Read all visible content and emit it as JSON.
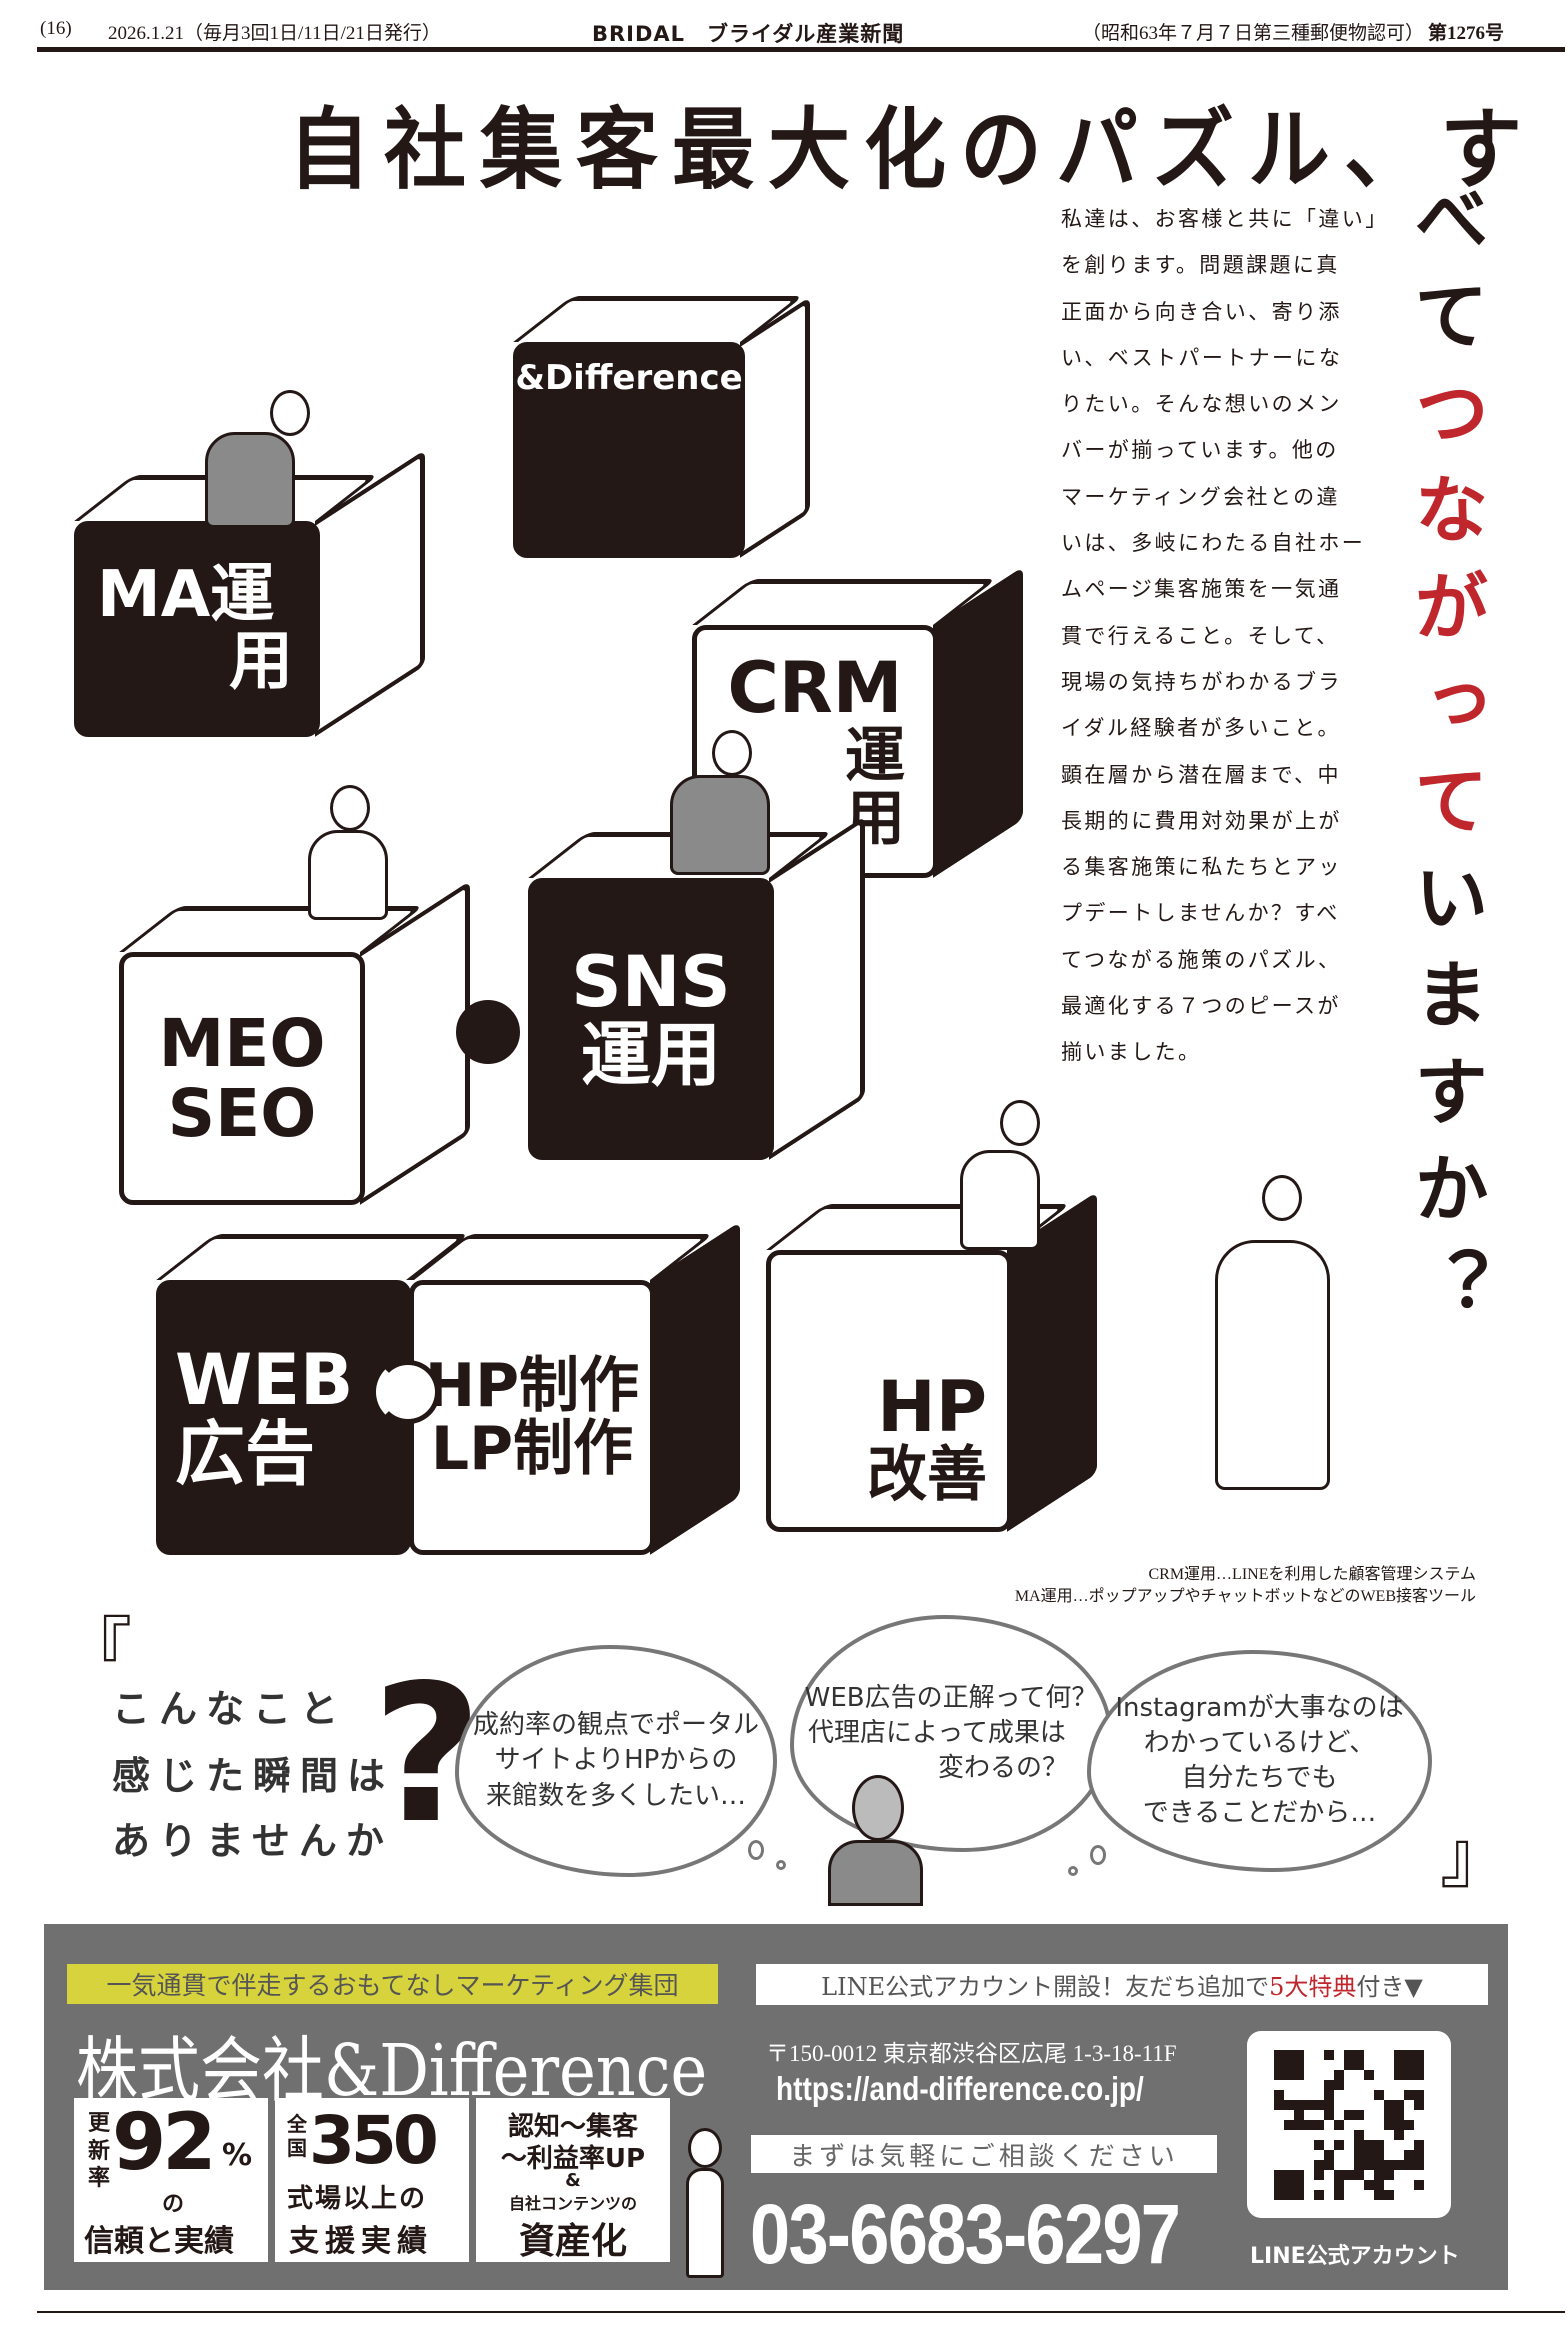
{
  "header": {
    "page": "(16)",
    "date": "2026.1.21（毎月3回1日/11日/21日発行）",
    "masthead": "BRIDAL　ブライダル産業新聞",
    "permit": "（昭和63年７月７日第三種郵便物認可）",
    "issue": "第1276号"
  },
  "headline": {
    "horizontal": "自社集客最大化のパズル、す",
    "vertical_pre": "べて",
    "vertical_red": "つながって",
    "vertical_post": "いますか？",
    "accent_color": "#c0272d"
  },
  "intro": {
    "lines": [
      "私達は、お客様と共に「違い」",
      "を創ります。問題課題に真",
      "正面から向き合い、寄り添",
      "い、ベストパートナーにな",
      "りたい。そんな想いのメン",
      "バーが揃っています。他の",
      "マーケティング会社との違",
      "いは、多岐にわたる自社ホー",
      "ムページ集客施策を一気通",
      "貫で行えること。そして、",
      "現場の気持ちがわかるブラ",
      "イダル経験者が多いこと。",
      "顕在層から潜在層まで、中",
      "長期的に費用対効果が上が",
      "る集客施策に私たちとアッ",
      "プデートしませんか？すべ",
      "てつながる施策のパズル、",
      "最適化する７つのピースが",
      "揃いました。"
    ]
  },
  "pieces": {
    "difference": "&Difference",
    "ma": [
      "MA運",
      "用"
    ],
    "crm": [
      "CRM",
      "運",
      "用"
    ],
    "sns": [
      "SNS",
      "運用"
    ],
    "meo": [
      "MEO",
      "SEO"
    ],
    "web": [
      "WEB",
      "広告"
    ],
    "hp": [
      "HP制作",
      "LP制作"
    ],
    "hpkaizen": [
      "HP",
      "改善"
    ]
  },
  "notes": {
    "crm": "CRM運用…LINEを利用した顧客管理システム",
    "ma": "MA運用…ポップアップやチャットボットなどのWEB接客ツール"
  },
  "question": {
    "open_bracket": "『",
    "close_bracket": "』",
    "lines": [
      "こんなこと",
      "感じた瞬間は",
      "ありませんか"
    ],
    "mark": "?",
    "clouds": [
      [
        "成約率の観点でポータル",
        "サイトよりHPからの",
        "来館数を多くしたい…"
      ],
      [
        "WEB広告の正解って何？",
        "代理店によって成果は",
        "変わるの？"
      ],
      [
        "Instagramが大事なのは",
        "わかっているけど、",
        "自分たちでも",
        "できることだから…"
      ]
    ]
  },
  "ad": {
    "tagline": "一気通貫で伴走するおもてなしマーケティング集団",
    "line_banner_pre": "LINE公式アカウント開設！友だち追加で",
    "line_banner_red": "5大特典",
    "line_banner_post": "付き▼",
    "company": "株式会社&Difference",
    "stats": [
      {
        "label": "更新率",
        "value": "92",
        "unit": "%",
        "sub1": "の",
        "sub2": "信頼と実績"
      },
      {
        "label": "全国",
        "value": "350",
        "sub1": "式場以上の",
        "sub2": "支援実績"
      },
      {
        "line1": "認知～集客",
        "line2": "～利益率UP",
        "line3": "&",
        "line4": "自社コンテンツの",
        "line5": "資産化"
      }
    ],
    "address": "〒150-0012 東京都渋谷区広尾 1-3-18-11F",
    "url": "https://and-difference.co.jp/",
    "consult": "まずは気軽にご相談ください",
    "phone": "03-6683-6297",
    "qr_label": "LINE公式アカウント",
    "panel_color": "#717071",
    "tag_color": "#d6d33c"
  }
}
